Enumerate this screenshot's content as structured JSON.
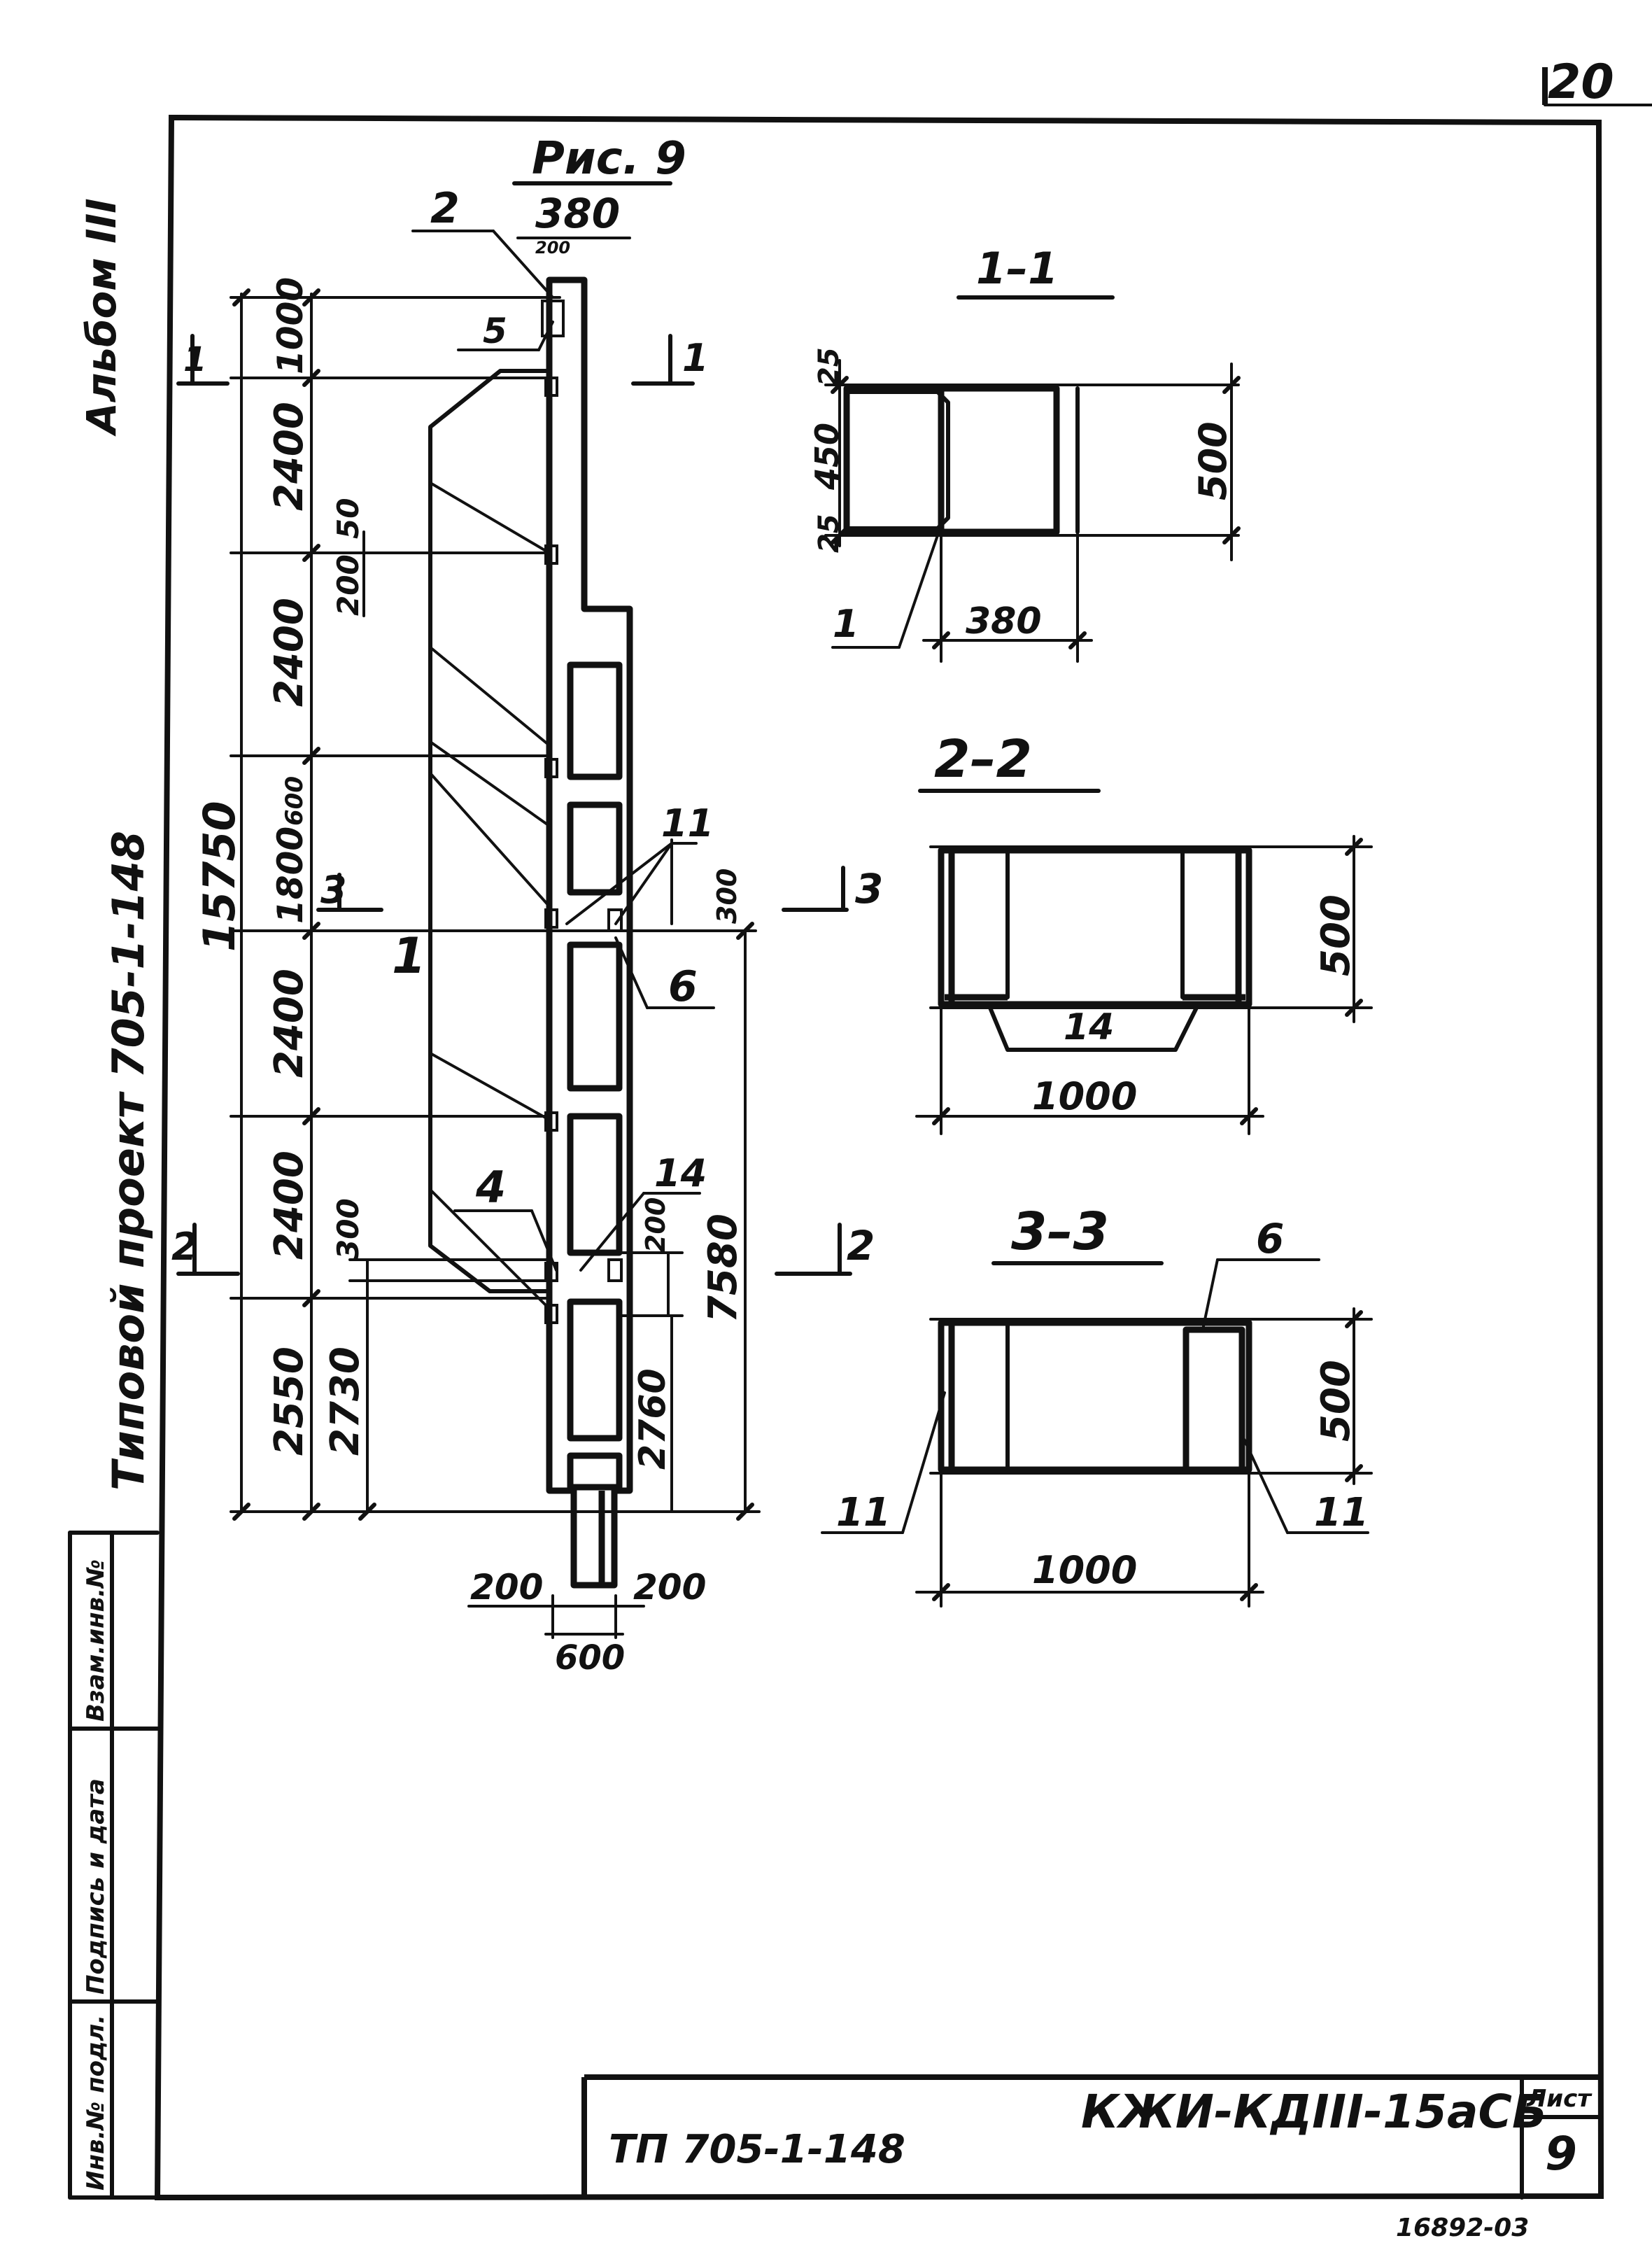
{
  "sheet": {
    "corner_number": "20",
    "album": "Альбом III",
    "project": "Типовой проект 705-1-148",
    "stamp_code": "ТП 705-1-148",
    "drawing_code": "КЖИ-КДIII-15аСБ",
    "sheet_label": "Лист",
    "sheet_number": "9",
    "archive_number": "16892-03",
    "side_stamp": [
      "Взам.инв.№",
      "Подпись и дата",
      "Инв.№ подл."
    ]
  },
  "figure": {
    "title": "Рис. 9",
    "top_width": "380",
    "top_small_dim": "200",
    "overall_height": "15750",
    "segments": [
      "1000",
      "2400",
      "2400",
      "1800",
      "2400",
      "2400",
      "2550"
    ],
    "inner_dims": [
      "50",
      "200",
      "600",
      "300",
      "2730",
      "7580",
      "2760",
      "200"
    ],
    "bottom_dims": [
      "200",
      "200",
      "600"
    ],
    "callouts": [
      "2",
      "5",
      "1",
      "11",
      "6",
      "4",
      "14"
    ],
    "section_marks": [
      "1",
      "1",
      "3",
      "3",
      "2",
      "2"
    ]
  },
  "sections": [
    {
      "title": "1–1",
      "dims": [
        "25",
        "450",
        "25",
        "500",
        "380"
      ],
      "callouts": [
        "1"
      ]
    },
    {
      "title": "2–2",
      "dims": [
        "500",
        "1000"
      ],
      "callouts": [
        "14"
      ]
    },
    {
      "title": "3–3",
      "dims": [
        "500",
        "1000"
      ],
      "callouts": [
        "6",
        "11",
        "11"
      ]
    }
  ]
}
